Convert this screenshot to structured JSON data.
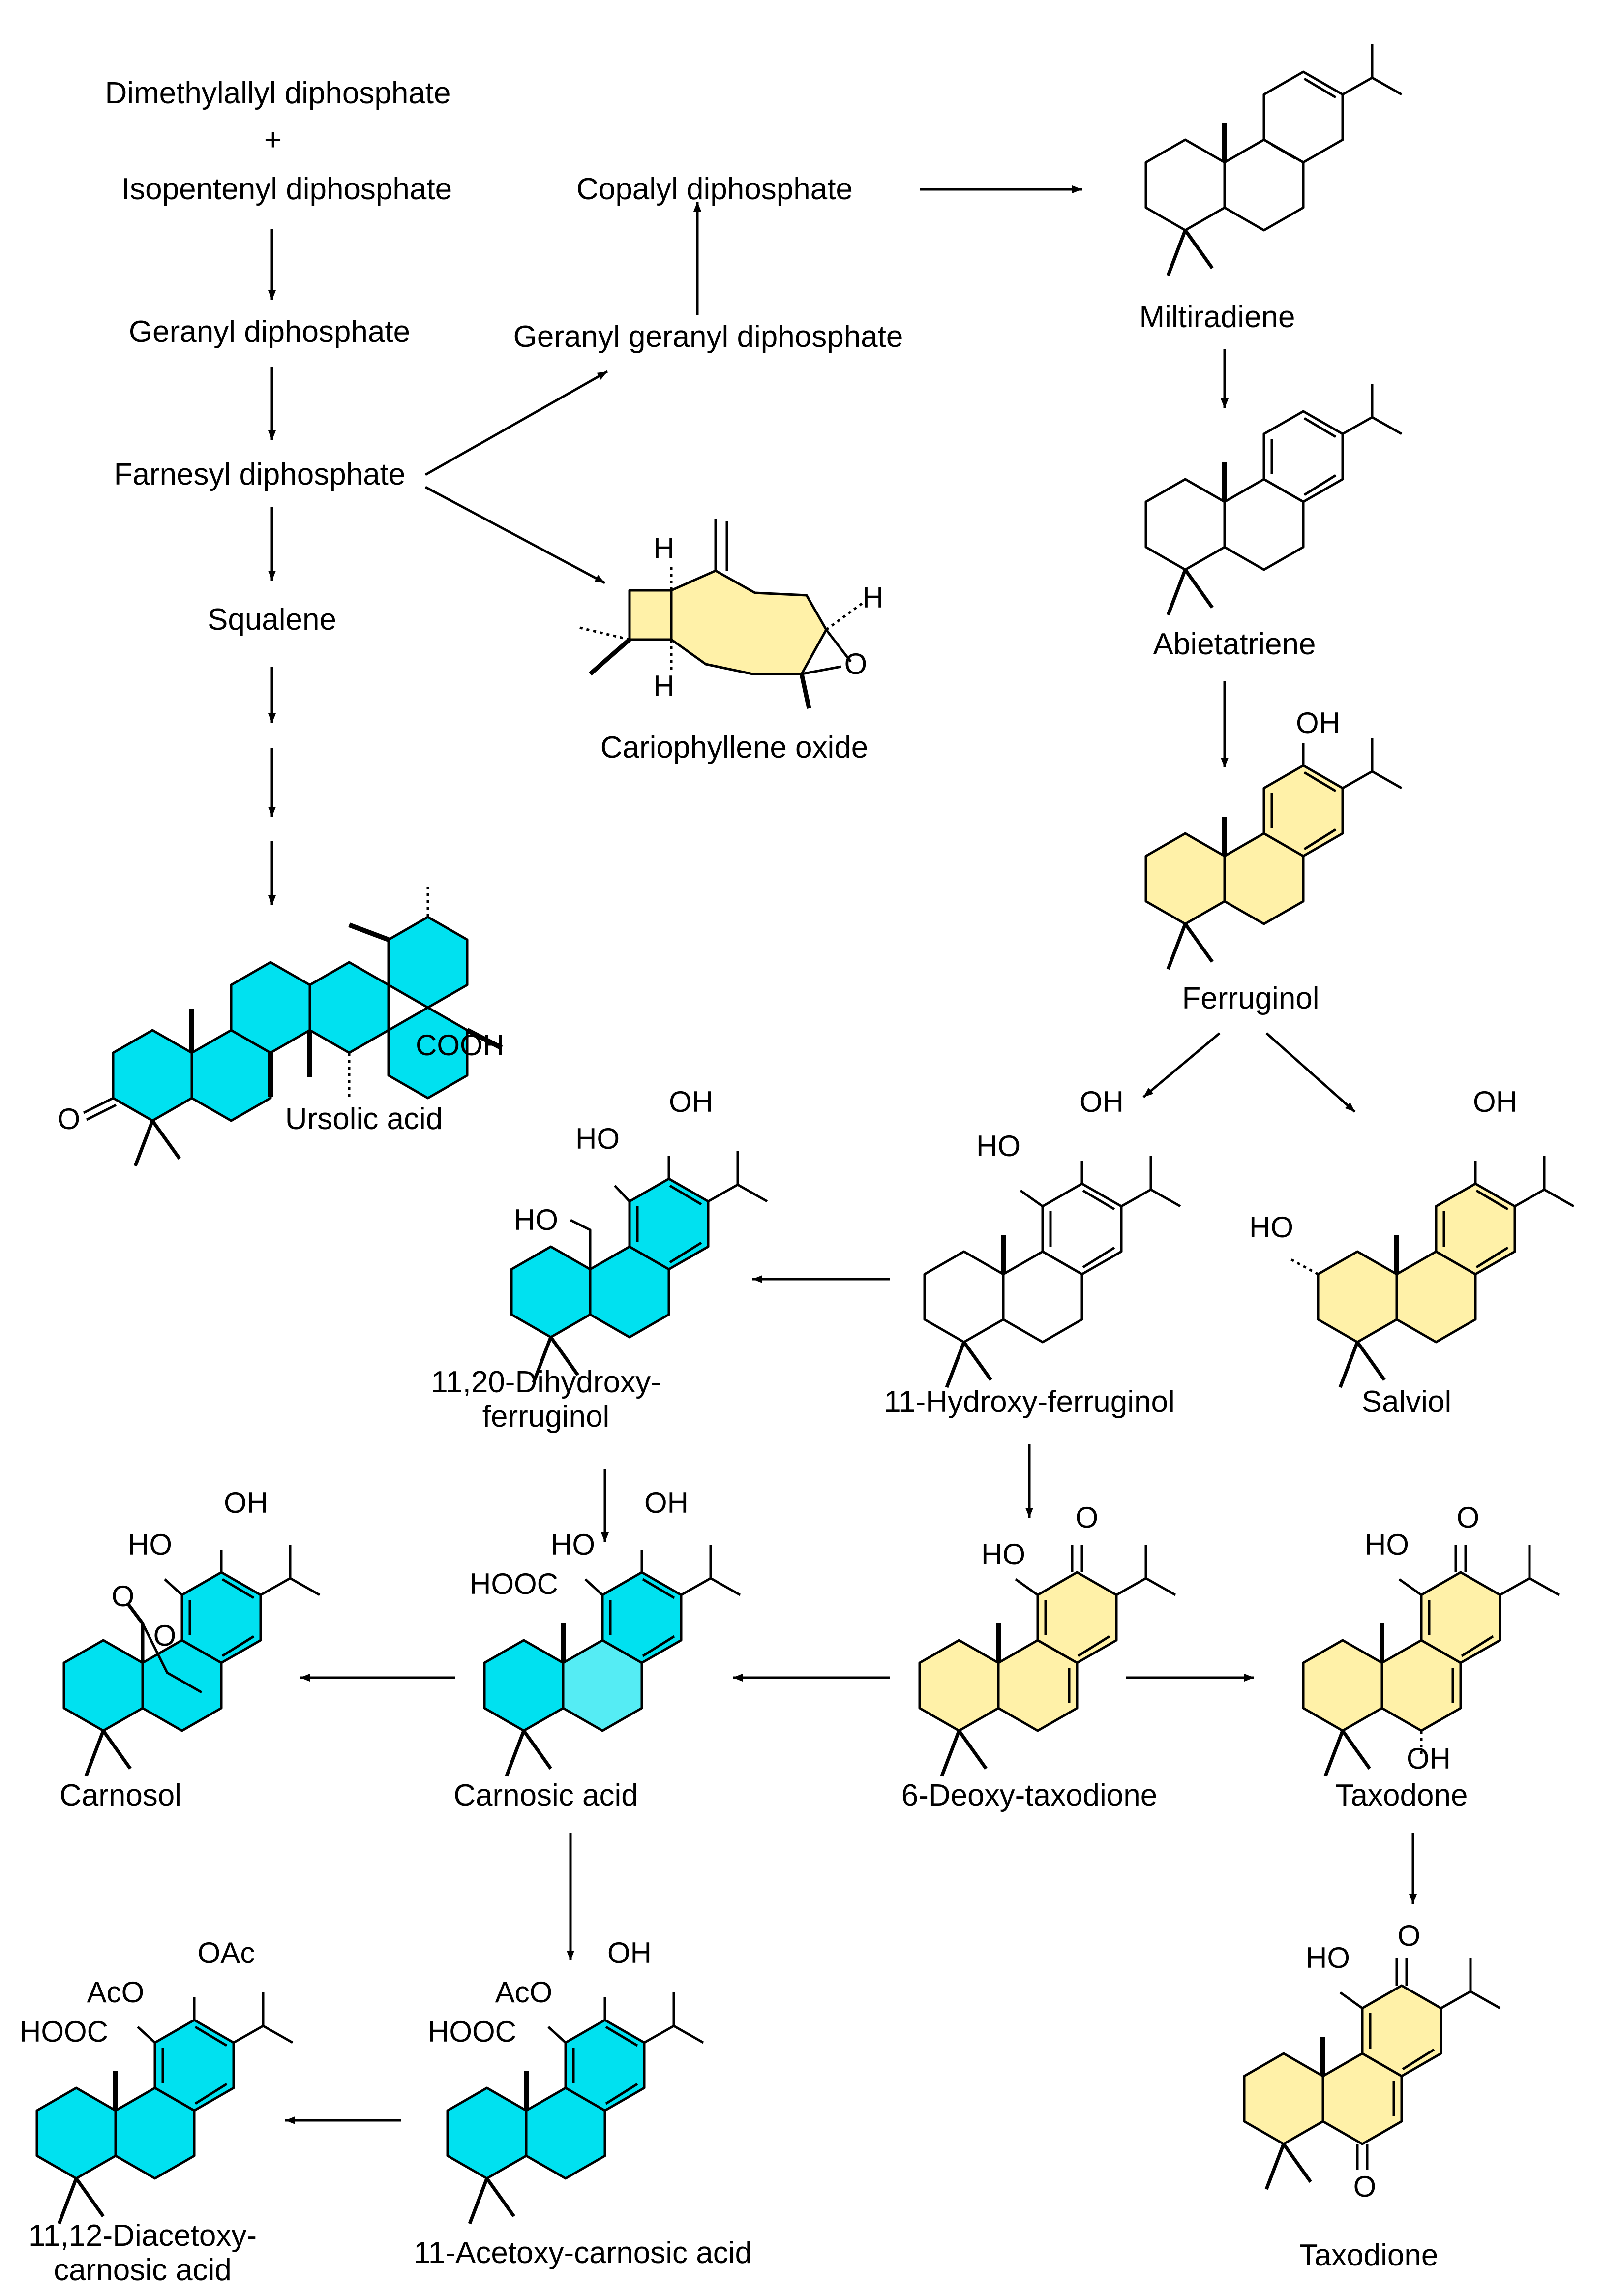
{
  "colors": {
    "cyan": "#00e1f0",
    "cyan_light": "#55ecf4",
    "yellow": "#fff1a8",
    "line": "#000000"
  },
  "precursors": {
    "dimethylallyl": "Dimethylallyl diphosphate",
    "plus": "+",
    "isopentenyl": "Isopentenyl diphosphate",
    "geranyl": "Geranyl diphosphate",
    "farnesyl": "Farnesyl diphosphate",
    "squalene": "Squalene",
    "ggpp": "Geranyl geranyl diphosphate",
    "copalyl": "Copalyl diphosphate"
  },
  "compounds": {
    "miltiradiene": "Miltiradiene",
    "abietatriene": "Abietatriene",
    "ferruginol": "Ferruginol",
    "cariophyllene_oxide": "Cariophyllene oxide",
    "ursolic_acid": "Ursolic acid",
    "hydroxy_ferruginol": "11-Hydroxy-ferruginol",
    "salviol": "Salviol",
    "dihydroxy_ferruginol_1": "11,20-Dihydroxy-",
    "dihydroxy_ferruginol_2": "ferruginol",
    "deoxy_taxodione": "6-Deoxy-taxodione",
    "taxodone": "Taxodone",
    "taxodione": "Taxodione",
    "carnosic_acid": "Carnosic acid",
    "carnosol": "Carnosol",
    "acetoxy_carnosic": "11-Acetoxy-carnosic acid",
    "diacetoxy_1": "11,12-Diacetoxy-",
    "diacetoxy_2": "carnosic acid"
  },
  "atoms": {
    "oh": "OH",
    "ho": "HO",
    "o": "O",
    "h": "H",
    "cooh": "COOH",
    "hooc": "HOOC",
    "aco": "AcO",
    "oac": "OAc"
  }
}
